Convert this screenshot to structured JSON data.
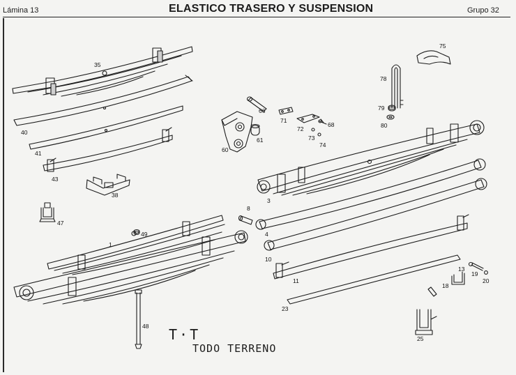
{
  "header": {
    "sheet": "Lámina 13",
    "title": "ELASTICO TRASERO Y SUSPENSION",
    "group": "Grupo 32"
  },
  "caption": {
    "code": "T·T",
    "text": "TODO TERRENO"
  },
  "callouts": {
    "n1": "1",
    "n3": "3",
    "n4": "4",
    "n8": "8",
    "n10": "10",
    "n11": "11",
    "n13": "13",
    "n18": "18",
    "n19": "19",
    "n20": "20",
    "n23": "23",
    "n25": "25",
    "n35": "35",
    "n38": "38",
    "n40": "40",
    "n41": "41",
    "n43": "43",
    "n47": "47",
    "n48": "48",
    "n49": "49",
    "n60": "60",
    "n61": "61",
    "n66": "66",
    "n68": "68",
    "n71": "71",
    "n72": "72",
    "n73": "73",
    "n74": "74",
    "n75": "75",
    "n78": "78",
    "n79": "79",
    "n80": "80"
  },
  "colors": {
    "ink": "#1c1c1c",
    "paper": "#f4f4f2"
  }
}
